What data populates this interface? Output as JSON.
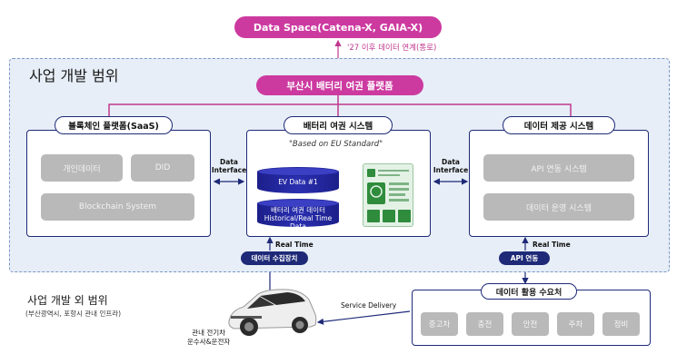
{
  "top": {
    "data_space": "Data Space(Catena-X, GAIA-X)",
    "note": "'27 이후 데이터 연계(통로)"
  },
  "scope": {
    "title": "사업 개발 범위",
    "platform": "부산시 배터리 여권 플랫폼"
  },
  "blockchain": {
    "title": "블록체인 플랫폼(SaaS)",
    "items": [
      "개인데이터",
      "DID",
      "Blockchain System"
    ]
  },
  "battery_passport": {
    "title": "배터리 여권 시스템",
    "subtitle": "\"Based on EU Standard\"",
    "db1": "EV Data #1",
    "db2_line1": "배터리 여권 데이터",
    "db2_line2": "Historical/Real Time Data"
  },
  "data_provision": {
    "title": "데이터 제공 시스템",
    "items": [
      "API 연동 시스템",
      "데이터 운영 시스템"
    ]
  },
  "interfaces": {
    "left_line1": "Data",
    "left_line2": "Interface",
    "right_line1": "Data",
    "right_line2": "Interface",
    "real_time_left": "Real Time",
    "real_time_right": "Real Time",
    "collector": "데이터 수집장치",
    "api": "API 연동"
  },
  "outside": {
    "title": "사업 개발 외 범위",
    "subtitle": "(부산광역시, 포항시 관내 인프라)",
    "car_line1": "관내 전기차",
    "car_line2": "운수사&운전자",
    "service": "Service Delivery"
  },
  "demand": {
    "title": "데이터 활용 수요처",
    "items": [
      "중고차",
      "충전",
      "안전",
      "주차",
      "정비"
    ]
  },
  "colors": {
    "pink": "#cc3aa0",
    "navy": "#1e2a78",
    "scope_bg": "#e7eef7",
    "gray": "#b9b9b9"
  }
}
